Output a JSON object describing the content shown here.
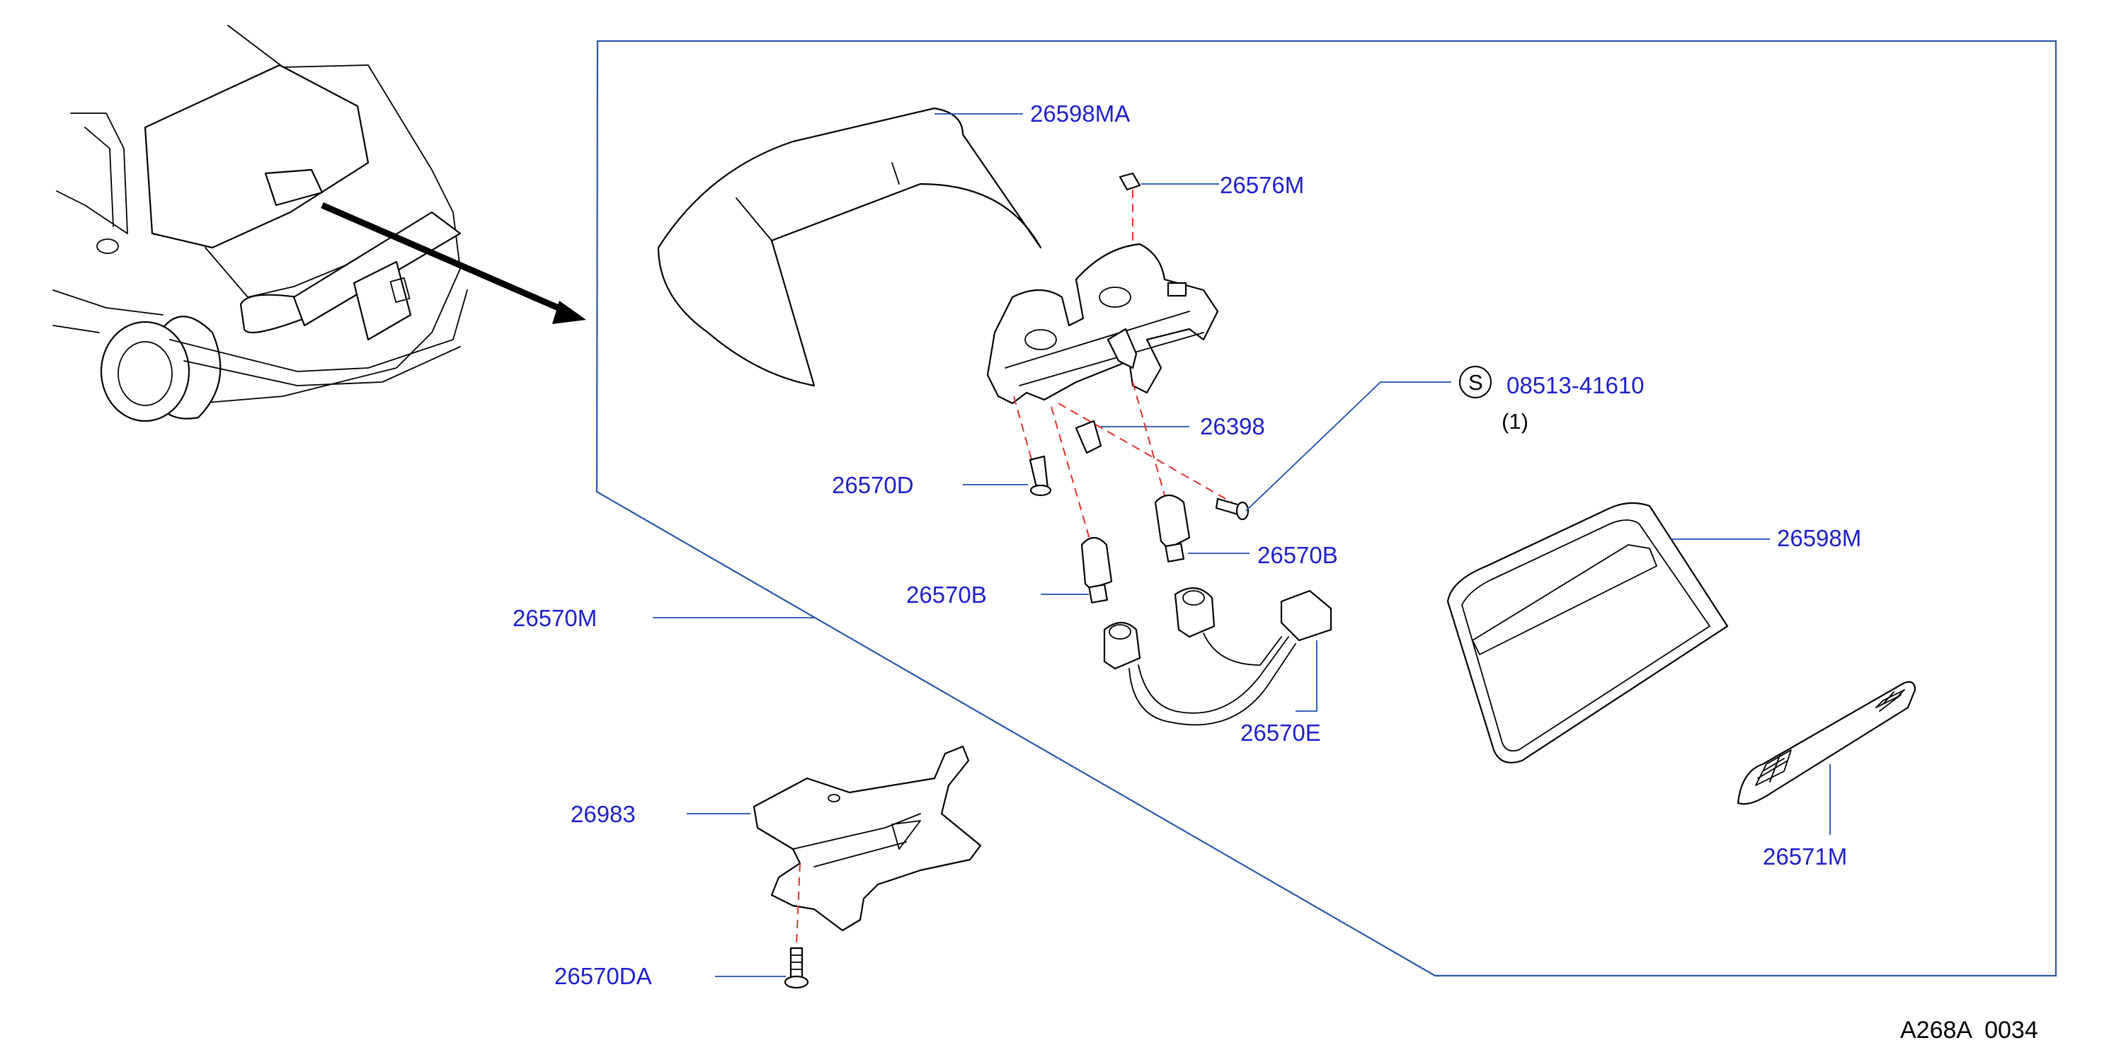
{
  "labels": {
    "p26598MA": "26598MA",
    "p26576M": "26576M",
    "p26398": "26398",
    "p08513": "08513-41610",
    "qty": "(1)",
    "s_mark": "S",
    "p26570D": "26570D",
    "p26570B_right": "26570B",
    "p26570B_left": "26570B",
    "p26570M": "26570M",
    "p26598M": "26598M",
    "p26570E": "26570E",
    "p26571M": "26571M",
    "p26983": "26983",
    "p26570DA": "26570DA"
  },
  "reference": "A268A  0034"
}
